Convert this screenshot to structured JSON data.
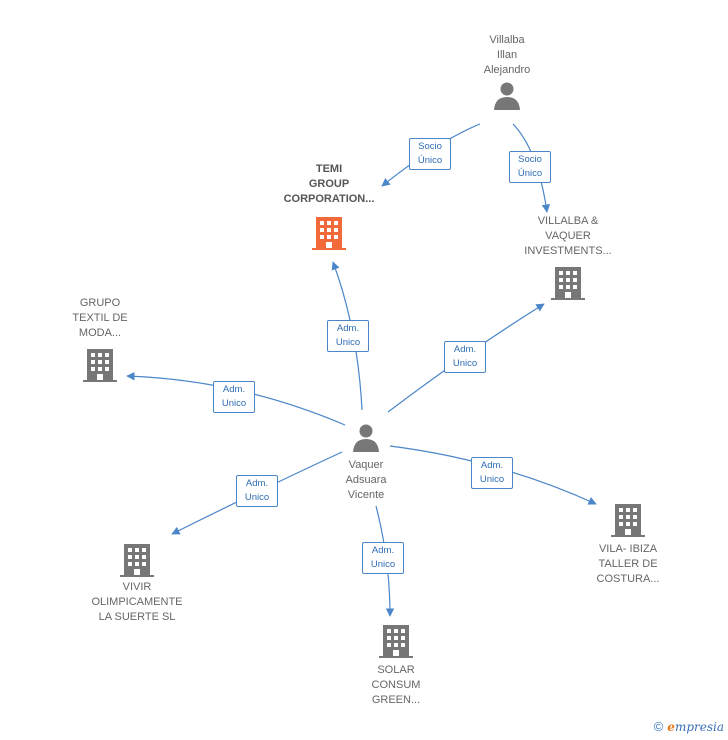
{
  "colors": {
    "edge": "#4a86c8",
    "person": "#777777",
    "company": "#777777",
    "focus_company": "#f26a3a"
  },
  "nodes": {
    "villalba_illan": {
      "label": "Villalba\nIllan\nAlejandro",
      "icon": "person-icon"
    },
    "temi": {
      "label": "TEMI\nGROUP\nCORPORATION...",
      "icon": "building-icon"
    },
    "villalba_vaquer": {
      "label": "VILLALBA &\nVAQUER\nINVESTMENTS...",
      "icon": "building-icon"
    },
    "grupo_textil": {
      "label": "GRUPO\nTEXTIL DE\nMODA...",
      "icon": "building-icon"
    },
    "vaquer": {
      "label": "Vaquer\nAdsuara\nVicente",
      "icon": "person-icon"
    },
    "vivir": {
      "label": "VIVIR\nOLIMPICAMENTE\nLA SUERTE SL",
      "icon": "building-icon"
    },
    "vila_ibiza": {
      "label": "VILA- IBIZA\nTALLER DE\nCOSTURA...",
      "icon": "building-icon"
    },
    "solar": {
      "label": "SOLAR\nCONSUM\nGREEN...",
      "icon": "building-icon"
    }
  },
  "relations": {
    "r1": "Socio\nÚnico",
    "r2": "Socio\nÚnico",
    "r3": "Adm.\nUnico",
    "r4": "Adm.\nUnico",
    "r5": "Adm.\nUnico",
    "r6": "Adm.\nUnico",
    "r7": "Adm.\nUnico",
    "r8": "Adm.\nUnico"
  },
  "footer": {
    "copyright": "©",
    "brand_first": "e",
    "brand_rest": "mpresia"
  }
}
